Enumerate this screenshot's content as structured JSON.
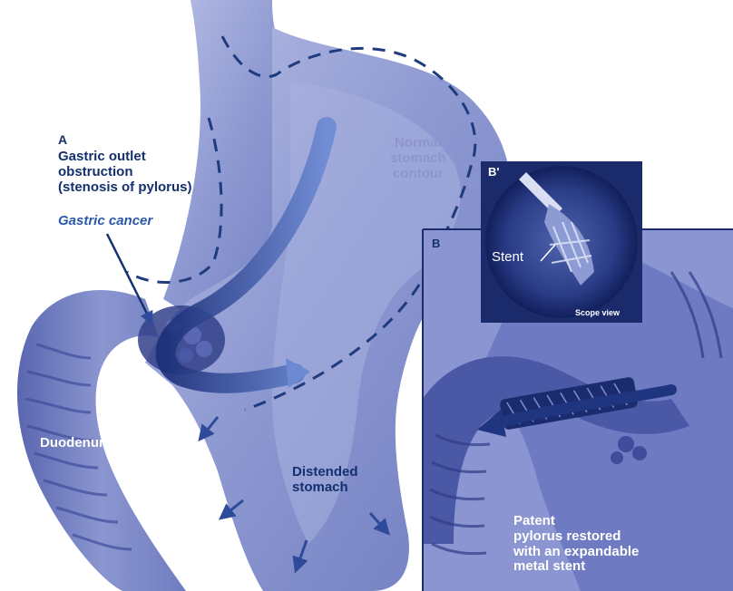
{
  "labels": {
    "a_marker": "A",
    "gastric_outlet": "Gastric outlet\nobstruction\n(stenosis of pylorus)",
    "gastric_cancer": "Gastric cancer",
    "normal_contour": "Normal\nstomach\ncontour",
    "b_prime_marker": "B'",
    "b_marker": "B",
    "stent": "Stent",
    "scope_view": "Scope view",
    "duodenum": "Duodenum",
    "distended_stomach": "Distended\nstomach",
    "patent_pylorus": "Patent\npylorus restored\nwith an expandable\nmetal stent"
  },
  "colors": {
    "stomach_fill": "#7d89c7",
    "stomach_light": "#aab2df",
    "label_dark": "#14306e",
    "label_lavender": "#8d96c9",
    "accent_arrow": "#3b67b8",
    "inset_dark": "#1b2c6e",
    "dashed_line": "#1f3b7e"
  }
}
